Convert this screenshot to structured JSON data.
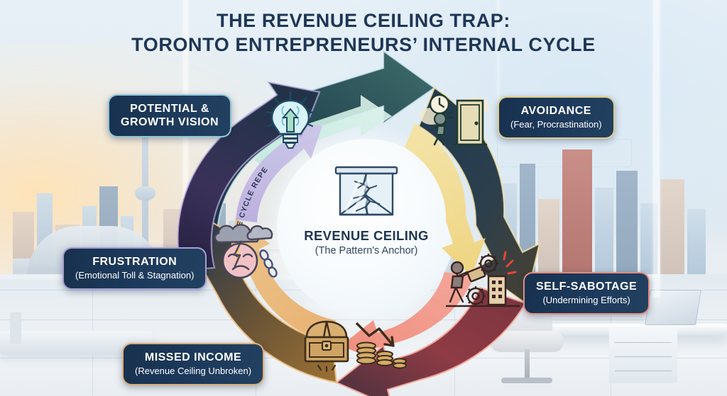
{
  "title": {
    "line1": "THE REVENUE CEILING TRAP:",
    "line2": "TORONTO ENTREPRENEURS’ INTERNAL CYCLE"
  },
  "center": {
    "icon": "cracked-glass-ceiling-icon",
    "title": "REVENUE CEILING",
    "subtitle": "(The Pattern's Anchor)"
  },
  "cycle_annotation": "THE CYCLE REPEATS",
  "stages": [
    {
      "id": "potential",
      "title": "POTENTIAL &",
      "title2": "GROWTH VISION",
      "subtitle": "",
      "icon": "lightbulb-brain-growth-icon",
      "accent": "#a8dff0",
      "arrow_color_from": "#1e3a52",
      "arrow_color_to": "#9fe3cf"
    },
    {
      "id": "avoidance",
      "title": "AVOIDANCE",
      "subtitle": "(Fear, Procrastination)",
      "icon": "person-at-closed-door-clock-icon",
      "accent": "#f3db8c",
      "arrow_color_from": "#1f3a52",
      "arrow_color_to": "#f2d98d"
    },
    {
      "id": "self-sabotage",
      "title": "SELF-SABOTAGE",
      "subtitle": "(Undermining Efforts)",
      "icon": "person-toppling-building-gears-icon",
      "accent": "#f79687",
      "arrow_color_from": "#6d2f3a",
      "arrow_color_to": "#f2897a"
    },
    {
      "id": "missed-income",
      "title": "MISSED INCOME",
      "subtitle": "(Revenue Ceiling Unbroken)",
      "icon": "cracked-treasure-chest-declining-coins-icon",
      "accent": "#f0ba7a",
      "arrow_color_from": "#1d3350",
      "arrow_color_to": "#e8a963"
    },
    {
      "id": "frustration",
      "title": "FRUSTRATION",
      "subtitle": "(Emotional Toll & Stagnation)",
      "icon": "sad-face-storm-cloud-chain-icon",
      "accent": "#beb0e6",
      "arrow_color_from": "#2b2a50",
      "arrow_color_to": "#c3b4e8"
    }
  ],
  "background": {
    "scene": "toronto-skyline-through-office-window",
    "elements": [
      "cn-tower",
      "rogers-centre-dome",
      "office-desk",
      "office-chair",
      "laptop",
      "bench"
    ]
  },
  "colors": {
    "title_navy": "#1e3657",
    "pill_bg_dark": "#18314f",
    "center_text": "#1f3550"
  }
}
